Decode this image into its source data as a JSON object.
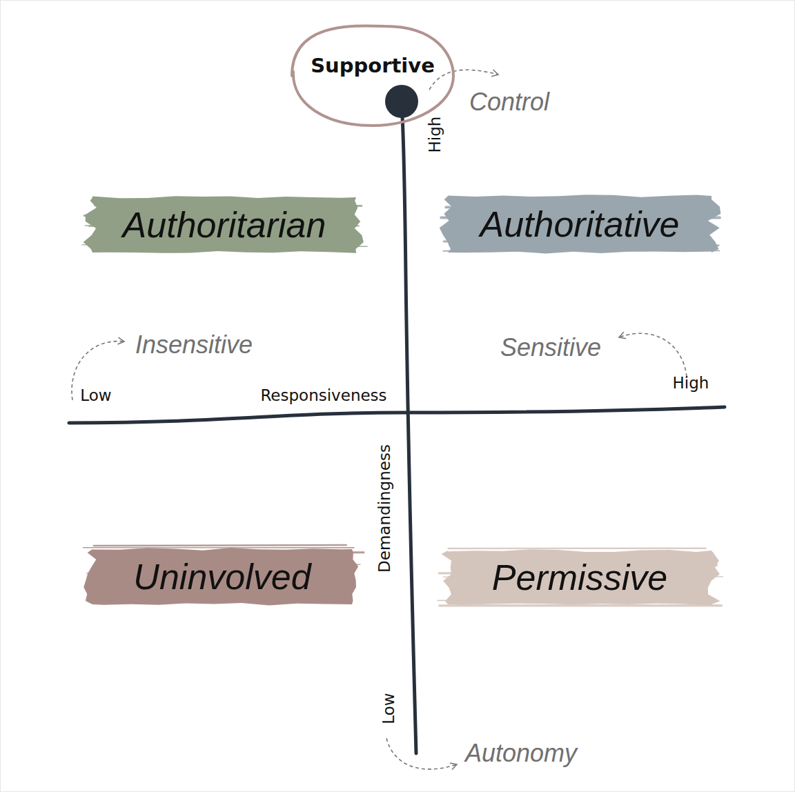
{
  "diagram": {
    "nodes": [
      {
        "text": [
          "Supportive"
        ]
      },
      {
        "text": [
          "Authoritarian"
        ]
      },
      {
        "text": [
          "Authoritative"
        ]
      },
      {
        "text": [
          "Uninvolved"
        ]
      },
      {
        "text": [
          "Permissive"
        ]
      }
    ],
    "labels": [
      "Control",
      "High",
      "Insensitive",
      "Sensitive",
      "Low",
      "Responsiveness",
      "High",
      "Demandingness",
      "Low",
      "Autonomy"
    ]
  }
}
